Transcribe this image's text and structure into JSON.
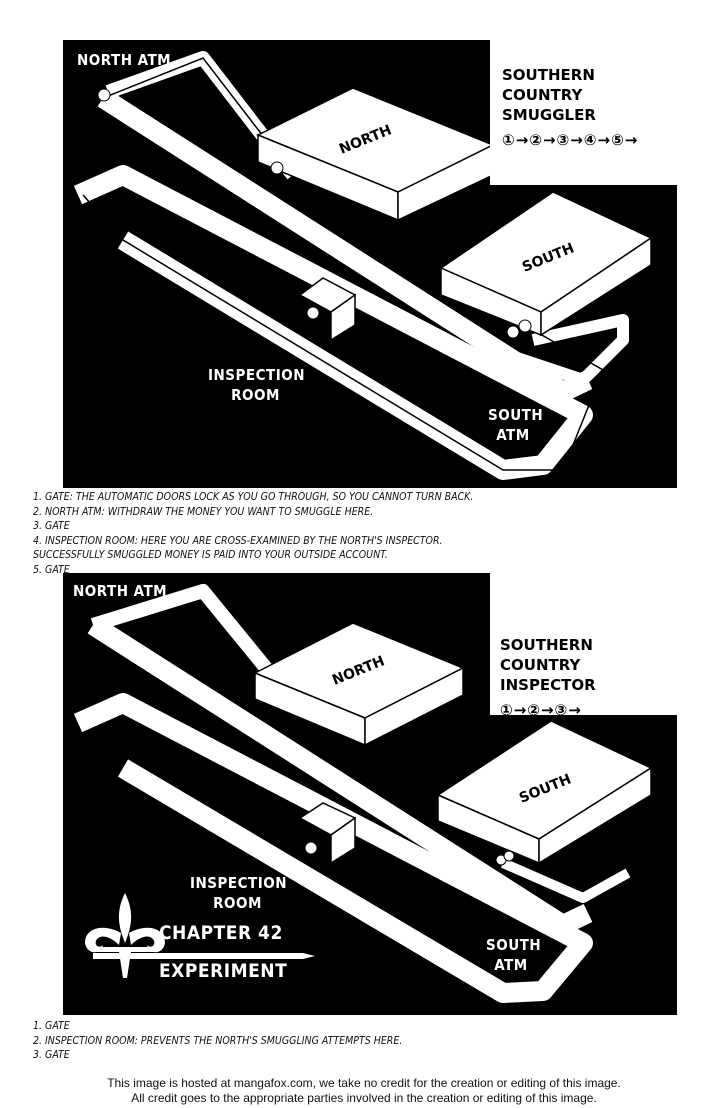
{
  "top_diagram": {
    "labels": {
      "north_atm": "NORTH ATM",
      "north": "NORTH",
      "south": "SOUTH",
      "inspection_room": "INSPECTION ROOM",
      "south_atm": "SOUTH ATM"
    },
    "legend_title": "SOUTHERN COUNTRY SMUGGLER",
    "sequence": "①→②→③→④→⑤→",
    "notes": [
      "1. GATE: THE AUTOMATIC DOORS LOCK AS YOU GO THROUGH, SO YOU CANNOT TURN BACK.",
      "2. NORTH ATM: WITHDRAW THE MONEY YOU WANT TO SMUGGLE HERE.",
      "3. GATE",
      "4. INSPECTION ROOM:  HERE YOU ARE CROSS-EXAMINED BY THE NORTH'S INSPECTOR.",
      "SUCCESSFULLY SMUGGLED MONEY IS PAID INTO YOUR OUTSIDE ACCOUNT.",
      "5. GATE"
    ]
  },
  "bottom_diagram": {
    "labels": {
      "north_atm": "NORTH ATM",
      "north": "NORTH",
      "south": "SOUTH",
      "inspection_room": "INSPECTION ROOM",
      "south_atm": "SOUTH ATM"
    },
    "legend_title": "SOUTHERN COUNTRY INSPECTOR",
    "sequence": "①→②→③→",
    "chapter": "CHAPTER 42",
    "chapter_title": "EXPERIMENT",
    "notes": [
      "1. GATE",
      "2. INSPECTION ROOM: PREVENTS THE NORTH'S SMUGGLING ATTEMPTS HERE.",
      "3. GATE"
    ]
  },
  "credit": [
    "This image is hosted at mangafox.com, we take no credit for the creation or editing of this image.",
    "All credit goes to the appropriate parties involved in the creation or editing of this image."
  ]
}
